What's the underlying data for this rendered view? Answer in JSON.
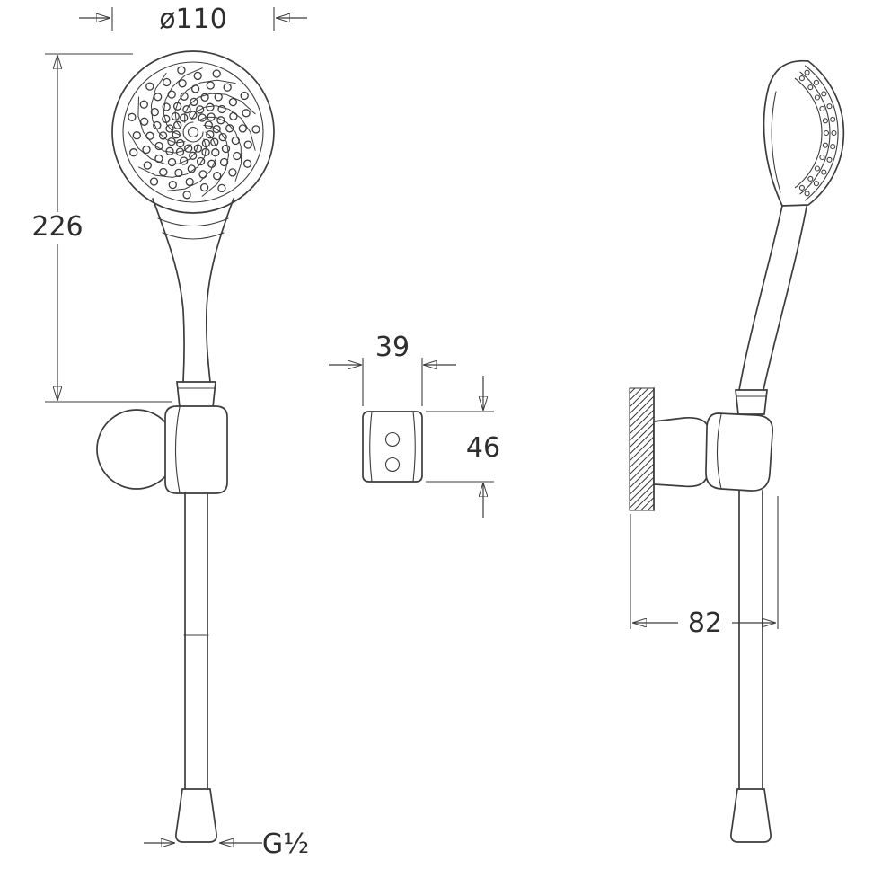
{
  "drawing": {
    "dimensions": {
      "head_diameter": "ø110",
      "handset_length": "226",
      "holder_width": "39",
      "holder_height": "46",
      "wall_distance": "82",
      "hose_thread": "G½"
    }
  }
}
